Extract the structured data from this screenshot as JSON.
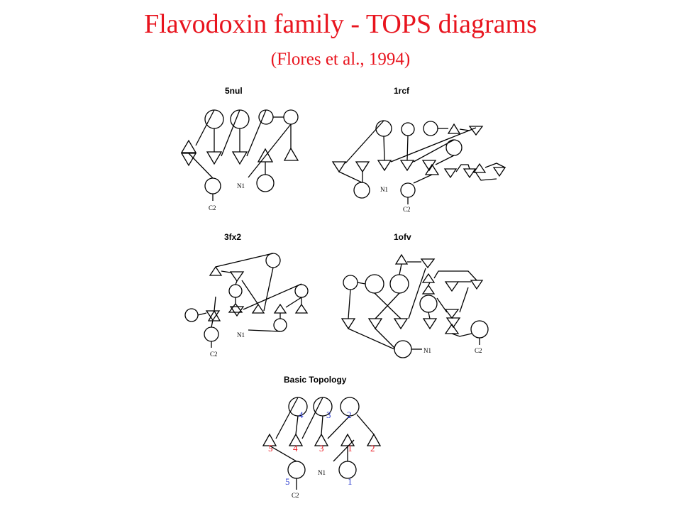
{
  "header": {
    "title": "Flavodoxin family - TOPS diagrams",
    "subtitle": "(Flores et al., 1994)"
  },
  "diagrams": [
    {
      "label": "5nul",
      "n_label": "N1",
      "c_label": "C2"
    },
    {
      "label": "1rcf",
      "n_label": "N1",
      "c_label": "C2"
    },
    {
      "label": "3fx2",
      "n_label": "N1",
      "c_label": "C2"
    },
    {
      "label": "1ofv",
      "n_label": "N1",
      "c_label": "C2"
    },
    {
      "label": "Basic Topology",
      "n_label": "N1",
      "c_label": "C2"
    }
  ],
  "basic_topology": {
    "helix_numbers": [
      "4",
      "3",
      "2",
      "5",
      "1"
    ],
    "strand_numbers": [
      "5",
      "4",
      "3",
      "1",
      "2"
    ]
  },
  "colors": {
    "title": "#e8141e",
    "helix_numbers": "#2f3fd0",
    "strand_numbers": "#e8141e"
  }
}
